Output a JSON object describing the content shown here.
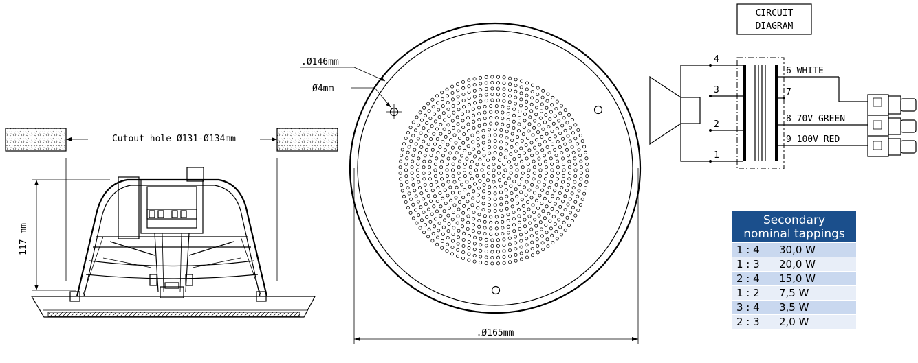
{
  "labels": {
    "outer_diameter": ".Ø146mm",
    "hole_diameter": "Ø4mm",
    "cutout": "Cutout hole Ø131-Ø134mm",
    "height": "117 mm",
    "base_diameter": ".Ø165mm"
  },
  "circuit": {
    "title_line1": "CIRCUIT",
    "title_line2": "DIAGRAM",
    "primary_taps": [
      "4",
      "3",
      "2",
      "1"
    ],
    "secondary": [
      {
        "num": "6",
        "label": "WHITE"
      },
      {
        "num": "7",
        "label": ""
      },
      {
        "num": "8",
        "label": "70V GREEN"
      },
      {
        "num": "9",
        "label": "100V RED"
      }
    ]
  },
  "table": {
    "header_line1": "Secondary",
    "header_line2": "nominal tappings",
    "rows": [
      {
        "ratio": "1 : 4",
        "power": "30,0 W"
      },
      {
        "ratio": "1 : 3",
        "power": "20,0 W"
      },
      {
        "ratio": "2 : 4",
        "power": "15,0 W"
      },
      {
        "ratio": "1 : 2",
        "power": "7,5 W"
      },
      {
        "ratio": "3 : 4",
        "power": "3,5 W"
      },
      {
        "ratio": "2 : 3",
        "power": "2,0 W"
      }
    ]
  }
}
